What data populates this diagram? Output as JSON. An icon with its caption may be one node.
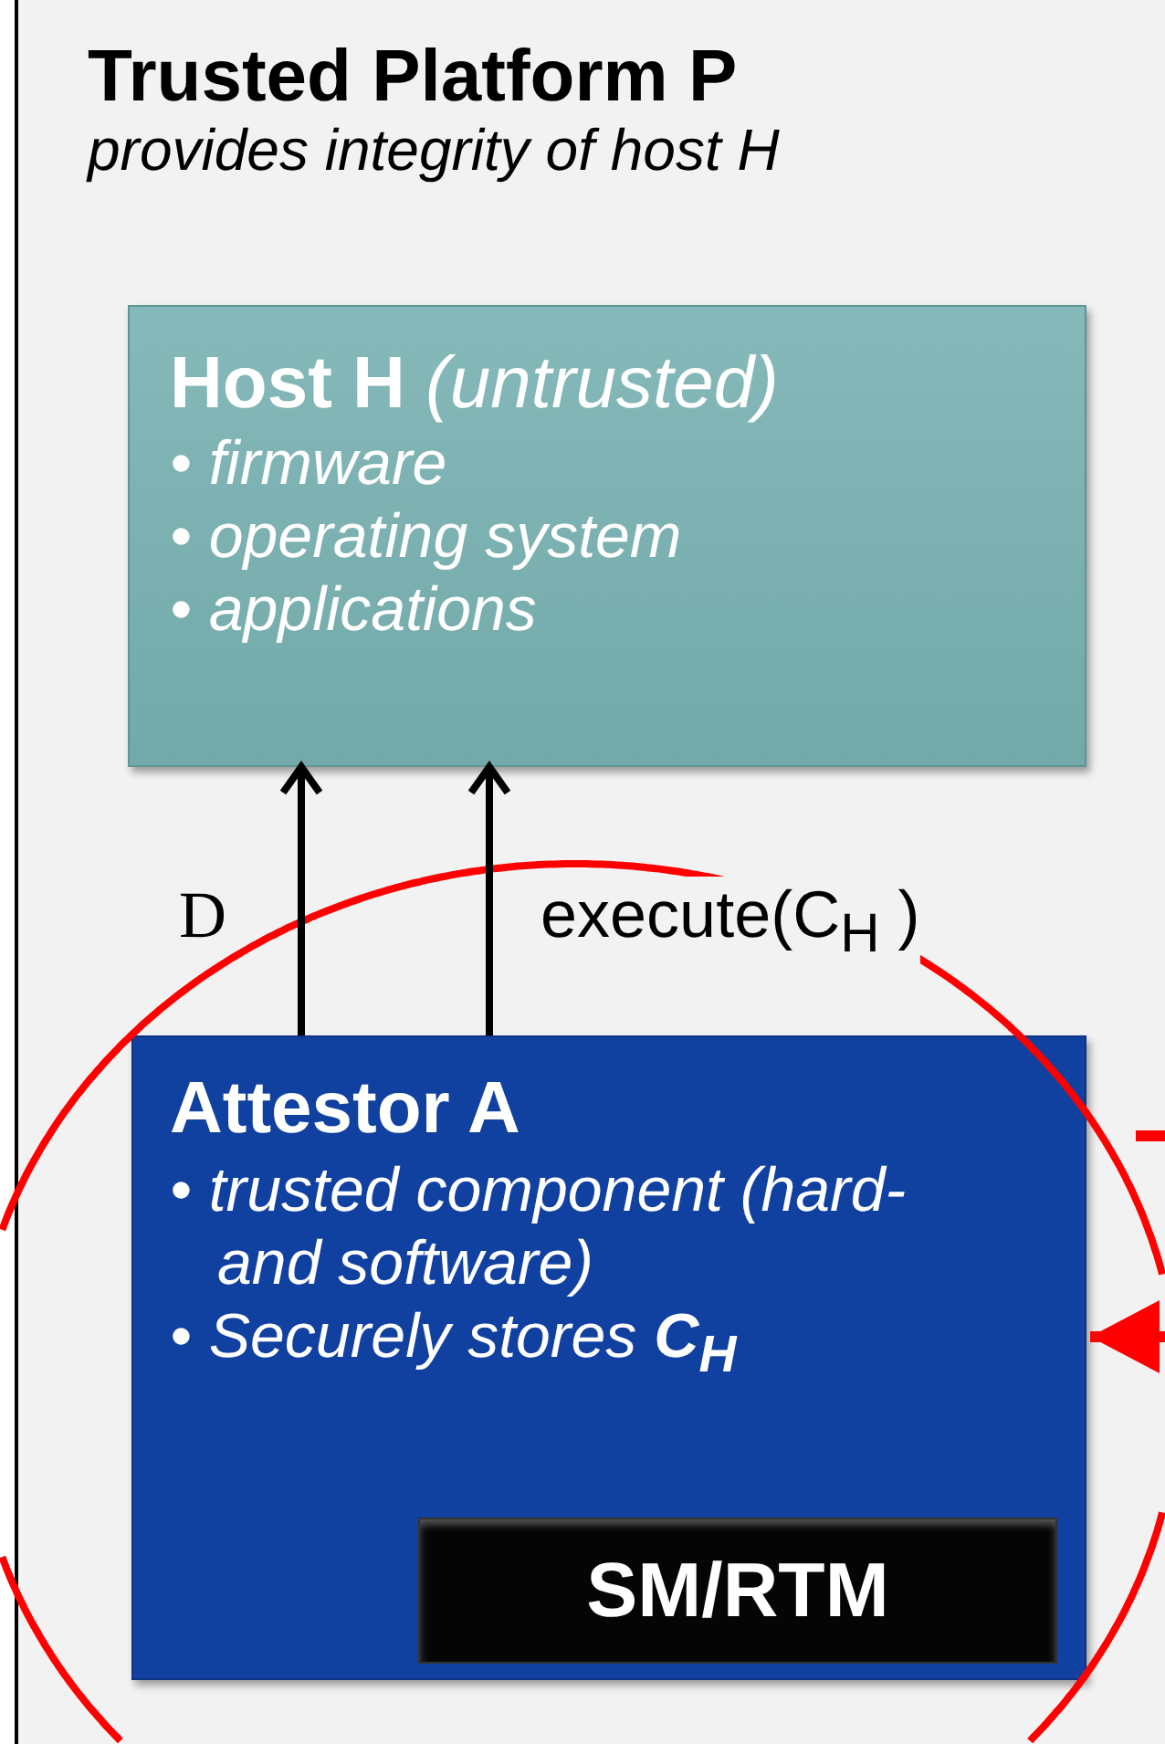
{
  "diagram": {
    "nodes": [
      {
        "text": [
          "Trusted Platform P",
          "*provides integrity of host* H"
        ]
      },
      {
        "text": [
          "**Host H** *(untrusted)*",
          "• firmware",
          "• operating system",
          "• applications"
        ],
        "in": 0
      },
      {
        "text": [
          "Attestor A",
          "• trusted component (hard- and software)",
          "• Securely stores **C$_{H}$**"
        ],
        "in": 0
      },
      {
        "text": [
          "SM/RTM"
        ],
        "in": 2
      }
    ],
    "edges": [
      {
        "from": 2,
        "to": 1,
        "arrow": "to",
        "label": "D"
      },
      {
        "from": 2,
        "to": 1,
        "arrow": "to",
        "label": "execute(C$_{H}$ )"
      },
      {
        "from": null,
        "to": 2,
        "arrow": "to",
        "color": "#ff0000"
      }
    ]
  }
}
